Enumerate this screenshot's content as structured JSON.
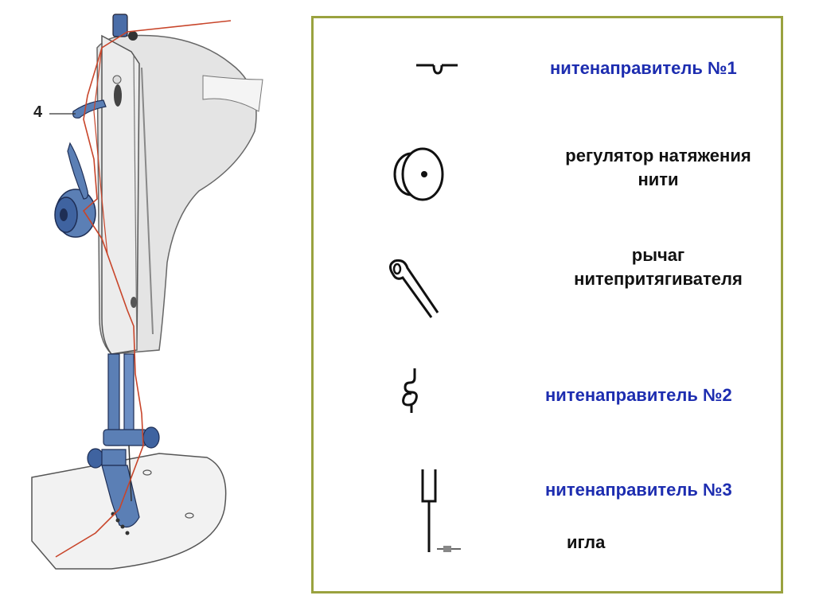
{
  "illustration": {
    "callout_number": "4"
  },
  "legend": {
    "items": [
      {
        "icon": "thread-guide-1-icon",
        "label": "нитенаправитель №1",
        "color": "#1d2db0"
      },
      {
        "icon": "tension-regulator-icon",
        "label": "регулятор натяжения нити",
        "line1": "регулятор натяжения",
        "line2": "нити",
        "color": "#111111"
      },
      {
        "icon": "take-up-lever-icon",
        "label": "рычаг нитепритягивателя",
        "line1": "рычаг",
        "line2": "нитепритягивателя",
        "color": "#111111"
      },
      {
        "icon": "thread-guide-2-icon",
        "label": "нитенаправитель №2",
        "color": "#1d2db0"
      },
      {
        "icon": "thread-guide-3-icon",
        "label": "нитенаправитель №3",
        "color": "#1d2db0"
      },
      {
        "icon": "needle-icon",
        "label": "игла",
        "color": "#111111"
      }
    ]
  },
  "colors": {
    "panel_border": "#9aa23f",
    "label_blue": "#1d2db0",
    "thread_red": "#c8452a",
    "machine_gray": "#e4e4e4",
    "metal_blue": "#5b7fb5"
  }
}
